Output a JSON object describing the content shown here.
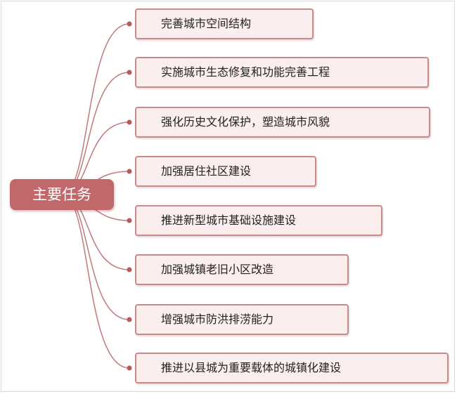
{
  "colors": {
    "root_fill": "#c0686a",
    "node_fill": "#fbeeee",
    "node_border": "#c98a8b",
    "connector": "#c07a7b"
  },
  "root": {
    "label": "主要任务"
  },
  "tasks": [
    {
      "label": "完善城市空间结构"
    },
    {
      "label": "实施城市生态修复和功能完善工程"
    },
    {
      "label": "强化历史文化保护，塑造城市风貌"
    },
    {
      "label": "加强居住社区建设"
    },
    {
      "label": "推进新型城市基础设施建设"
    },
    {
      "label": "加强城镇老旧小区改造"
    },
    {
      "label": "增强城市防洪排涝能力"
    },
    {
      "label": "推进以县城为重要载体的城镇化建设"
    }
  ]
}
